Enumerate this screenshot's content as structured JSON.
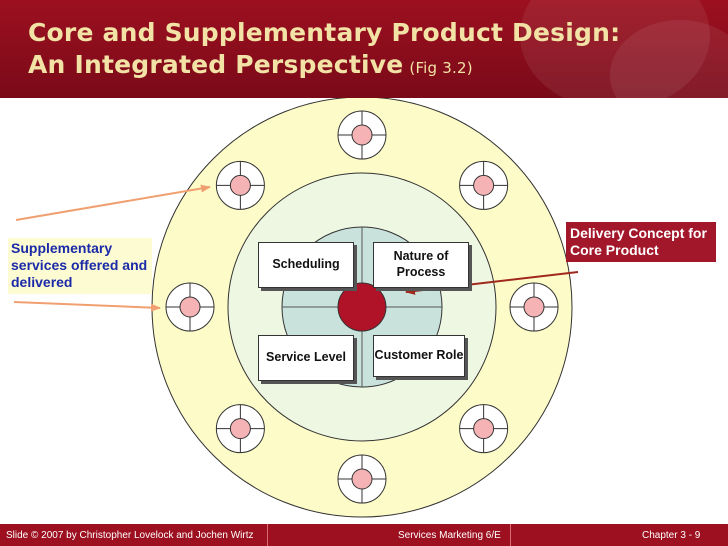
{
  "header": {
    "title_line1": "Core and Supplementary Product Design:",
    "title_line2": "An Integrated Perspective",
    "fig_ref": "(Fig 3.2)"
  },
  "diagram": {
    "boxes": {
      "scheduling": "Scheduling",
      "nature_of_process": "Nature of Process",
      "service_level": "Service Level",
      "customer_role": "Customer Role"
    },
    "callouts": {
      "supplementary": "Supplementary services offered and delivered",
      "delivery_concept": "Delivery Concept for Core Product"
    },
    "colors": {
      "outer_ring": "#fdfbc8",
      "middle_ring": "#eef7e2",
      "inner_circle": "#c9e3dc",
      "core": "#b01228",
      "petal": "#f6b3b5",
      "arrow_orange": "#f0a070",
      "arrow_red": "#a0281c"
    }
  },
  "footer": {
    "left": "Slide © 2007 by Christopher Lovelock and Jochen Wirtz",
    "center": "Services Marketing 6/E",
    "right": "Chapter  3 - 9"
  }
}
